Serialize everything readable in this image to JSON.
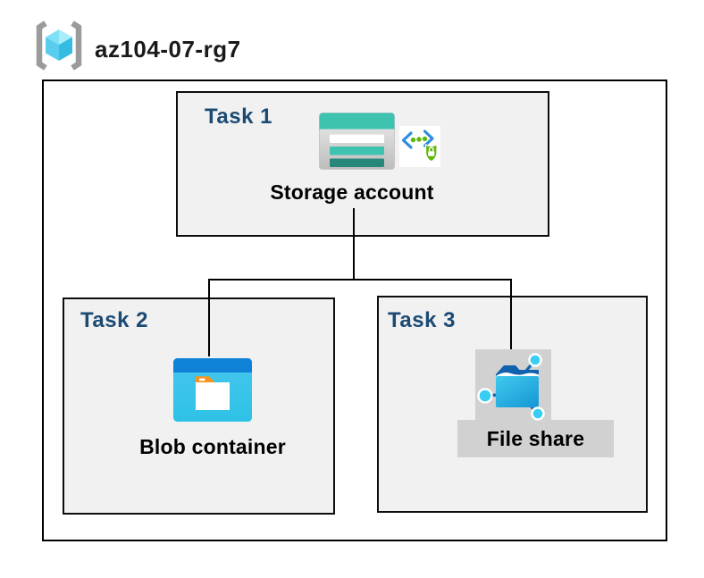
{
  "header": {
    "resource_group": "az104-07-rg7"
  },
  "tasks": [
    {
      "label": "Task 1",
      "resource": "Storage account",
      "icons": [
        "storage-account-icon",
        "sas-security-badge-icon"
      ]
    },
    {
      "label": "Task 2",
      "resource": "Blob container",
      "icons": [
        "blob-container-icon"
      ]
    },
    {
      "label": "Task 3",
      "resource": "File share",
      "icons": [
        "file-share-icon"
      ]
    }
  ],
  "connections": [
    {
      "from": "Storage account",
      "to": "Blob container"
    },
    {
      "from": "Storage account",
      "to": "File share"
    }
  ],
  "colors": {
    "task_label_navy": "#1b4a73",
    "box_fill_gray": "#f1f1f2",
    "border_black": "#000000",
    "storage_teal": "#3ec3b1",
    "storage_teal_dark": "#26877a",
    "blob_top_blue": "#0f82d8",
    "blob_body_cyan": "#3cc2e9",
    "folder_tab_orange": "#f7941e",
    "badge_green": "#5fb80a",
    "badge_chevron_blue": "#2e8ce0",
    "fileshare_backdrop_gray": "#d1d1d1",
    "rg_cube_cyan": "#58cdee",
    "rg_bracket_gray": "#9b9b9b"
  }
}
